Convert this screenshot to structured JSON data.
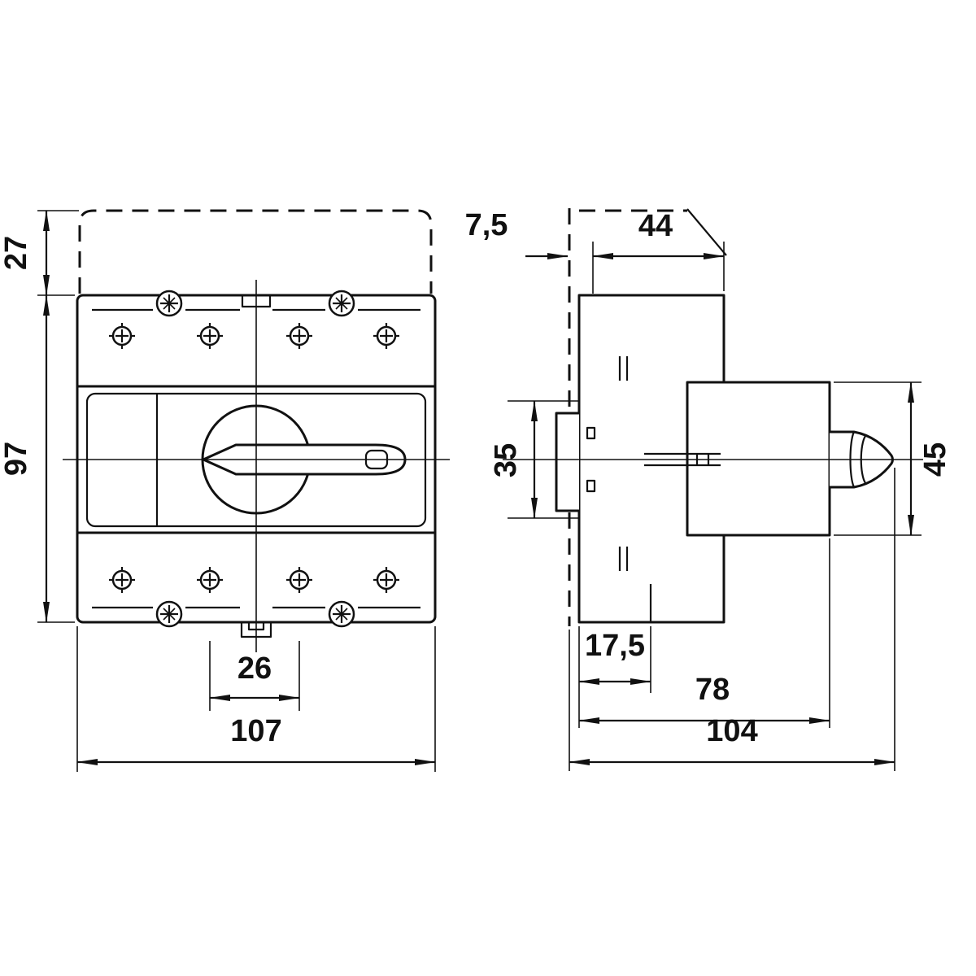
{
  "front_view": {
    "top_offset": "27",
    "height": "97",
    "slot_spacing": "26",
    "width": "107"
  },
  "side_view": {
    "mount_offset": "7,5",
    "body_depth": "44",
    "din_cutout": "35",
    "handle_height": "45",
    "foot_depth": "17,5",
    "front_depth": "78",
    "total_depth": "104"
  },
  "colors": {
    "line": "#111111",
    "background": "#ffffff"
  }
}
